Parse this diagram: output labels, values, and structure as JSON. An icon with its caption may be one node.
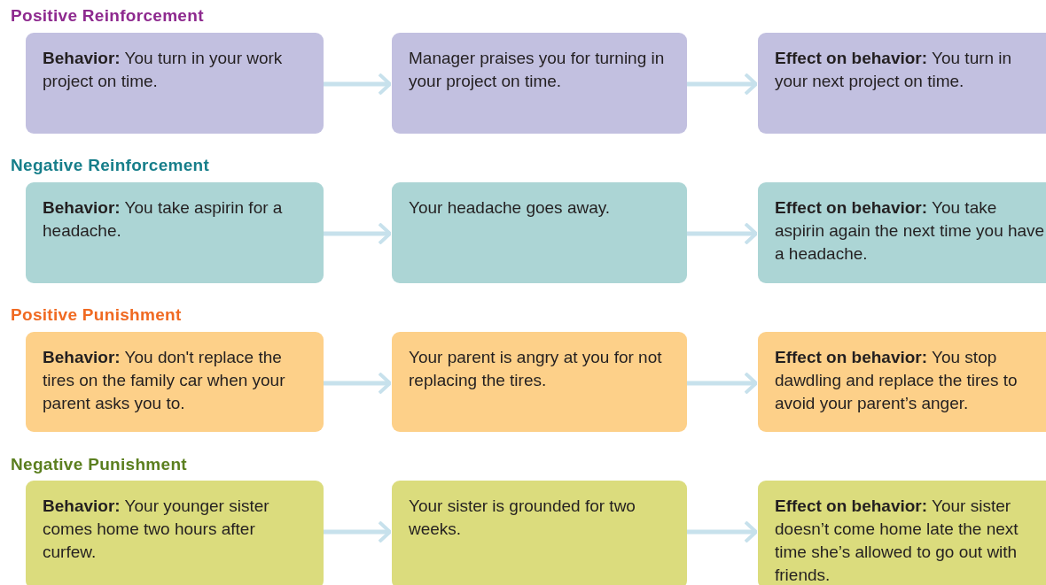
{
  "diagram": {
    "nodes": [
      {
        "text": [
          "**Behavior:** You turn in your work project on time."
        ]
      },
      {
        "text": [
          "Manager praises you for turning in your project on time."
        ]
      },
      {
        "text": [
          "**Effect on behavior:** You turn in your next project on time."
        ]
      },
      {
        "text": [
          "**Behavior:** You take aspirin for a headache."
        ]
      },
      {
        "text": [
          "Your headache goes away."
        ]
      },
      {
        "text": [
          "**Effect on behavior:** You take aspirin again the next time you have a headache."
        ]
      },
      {
        "text": [
          "**Behavior:** You don't replace the tires on the family car when your parent asks you to."
        ]
      },
      {
        "text": [
          "Your parent is angry at you for not replacing the tires."
        ]
      },
      {
        "text": [
          "**Effect on behavior:** You stop dawdling and replace the tires to avoid your parent’s anger."
        ]
      },
      {
        "text": [
          "**Behavior:** Your younger sister comes home two hours after curfew."
        ]
      },
      {
        "text": [
          "Your sister is grounded for two weeks."
        ]
      },
      {
        "text": [
          "**Effect on behavior:** Your sister doesn’t come home late the next time she’s allowed to go out with friends."
        ]
      }
    ],
    "edges": [
      {
        "from": 0,
        "to": 1,
        "arrow": "to"
      },
      {
        "from": 1,
        "to": 2,
        "arrow": "to"
      },
      {
        "from": 3,
        "to": 4,
        "arrow": "to"
      },
      {
        "from": 4,
        "to": 5,
        "arrow": "to"
      },
      {
        "from": 6,
        "to": 7,
        "arrow": "to"
      },
      {
        "from": 7,
        "to": 8,
        "arrow": "to"
      },
      {
        "from": 9,
        "to": 10,
        "arrow": "to"
      },
      {
        "from": 10,
        "to": 11,
        "arrow": "to"
      }
    ],
    "labels": [
      "Positive Reinforcement",
      "Negative Reinforcement",
      "Positive Punishment",
      "Negative Punishment"
    ]
  }
}
